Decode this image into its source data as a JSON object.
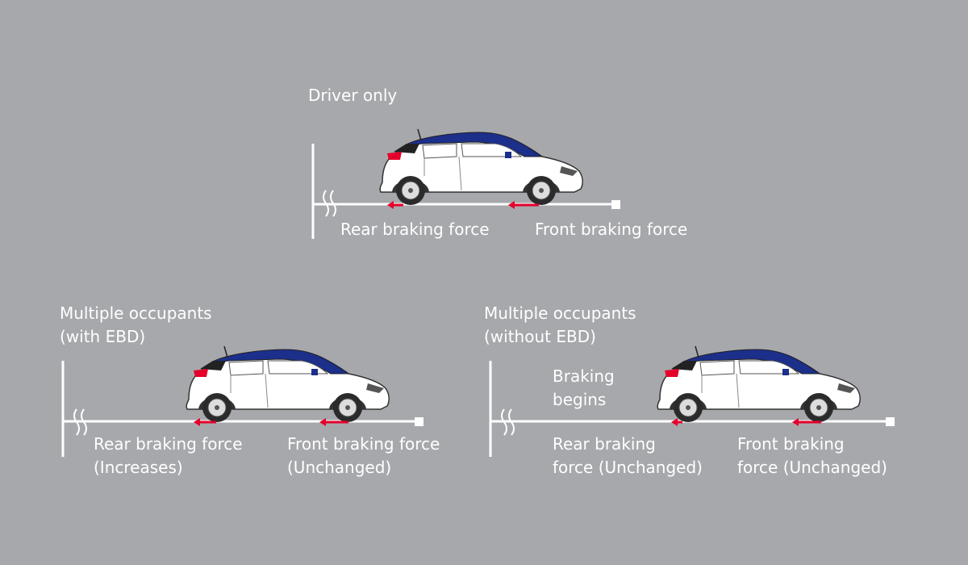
{
  "colors": {
    "background": "#a7a8ac",
    "line": "#ffffff",
    "arrow": "#e4002b",
    "car_body": "#ffffff",
    "car_roof": "#1c2f8a",
    "car_outline": "#333333"
  },
  "panels": {
    "driver_only": {
      "title": "Driver only",
      "rear_label": "Rear braking force",
      "front_label": "Front braking force"
    },
    "with_ebd": {
      "title_line1": "Multiple occupants",
      "title_line2": "(with EBD)",
      "rear_label_line1": "Rear braking force",
      "rear_label_line2": "(Increases)",
      "front_label_line1": "Front braking force",
      "front_label_line2": "(Unchanged)"
    },
    "without_ebd": {
      "title_line1": "Multiple occupants",
      "title_line2": "(without EBD)",
      "note_line1": "Braking",
      "note_line2": "begins",
      "rear_label_line1": "Rear braking",
      "rear_label_line2": "force (Unchanged)",
      "front_label_line1": "Front braking",
      "front_label_line2": "force (Unchanged)"
    }
  }
}
